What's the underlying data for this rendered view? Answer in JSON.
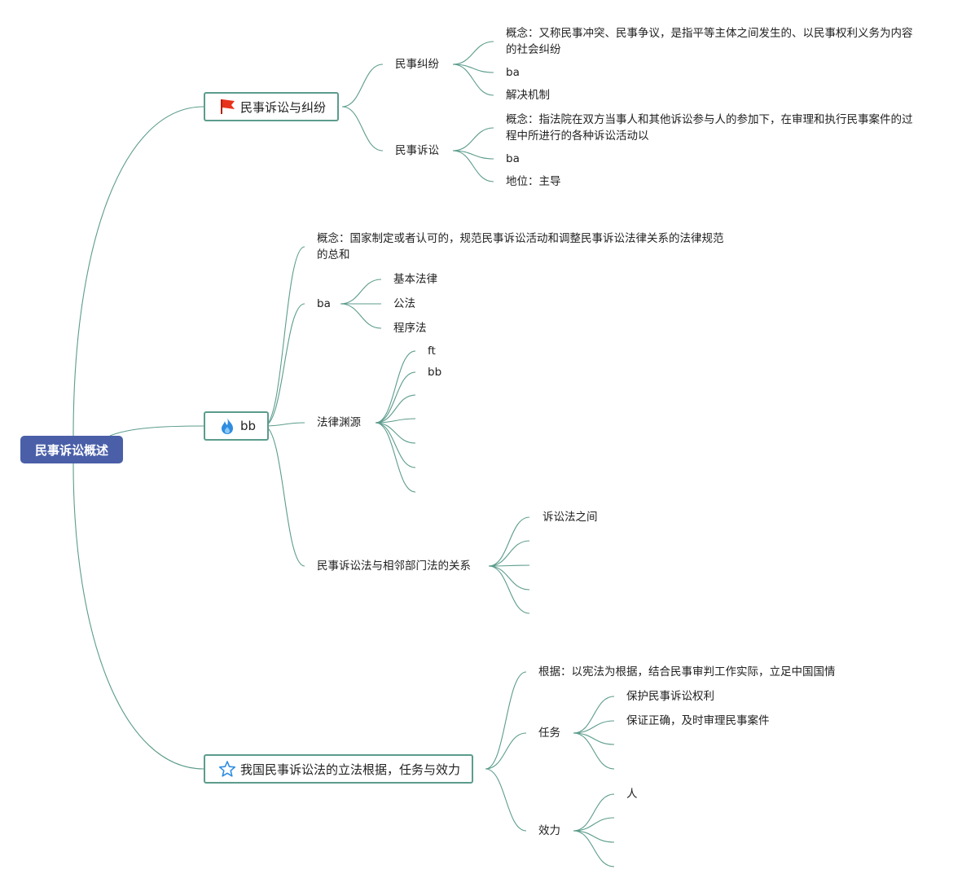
{
  "root": {
    "label": "民事诉讼概述"
  },
  "branch1": {
    "label": "民事诉讼与纠纷",
    "icon": "red-flag-icon",
    "dispute": {
      "label": "民事纠纷",
      "concept": "概念：又称民事冲突、民事争议，是指平等主体之间发生的、以民事权利义务为内容的社会纠纷",
      "ba": "ba",
      "mechanism": "解决机制"
    },
    "litigation": {
      "label": "民事诉讼",
      "concept": "概念：指法院在双方当事人和其他诉讼参与人的参加下，在审理和执行民事案件的过程中所进行的各种诉讼活动以",
      "ba": "ba",
      "status": "地位：主导"
    }
  },
  "branch2": {
    "label": "bb",
    "icon": "fire-icon",
    "concept": "概念：国家制定或者认可的，规范民事诉讼活动和调整民事诉讼法律关系的法律规范的总和",
    "ba": {
      "label": "ba",
      "items": [
        "基本法律",
        "公法",
        "程序法"
      ]
    },
    "sources": {
      "label": "法律渊源",
      "items": [
        "ft",
        "bb"
      ]
    },
    "relations": {
      "label": "民事诉讼法与相邻部门法的关系",
      "items": [
        "诉讼法之间"
      ]
    }
  },
  "branch3": {
    "label": "我国民事诉讼法的立法根据，任务与效力",
    "icon": "star-icon",
    "basis": "根据：以宪法为根据，结合民事审判工作实际，立足中国国情",
    "tasks": {
      "label": "任务",
      "items": [
        "保护民事诉讼权利",
        "保证正确，及时审理民事案件"
      ]
    },
    "effect": {
      "label": "效力",
      "items": [
        "人"
      ]
    }
  },
  "colors": {
    "root_bg": "#4a5fa8",
    "line": "#5c9c8c",
    "flag": "#e8331c",
    "fire": "#2f8de0",
    "star": "#2f8de0"
  }
}
